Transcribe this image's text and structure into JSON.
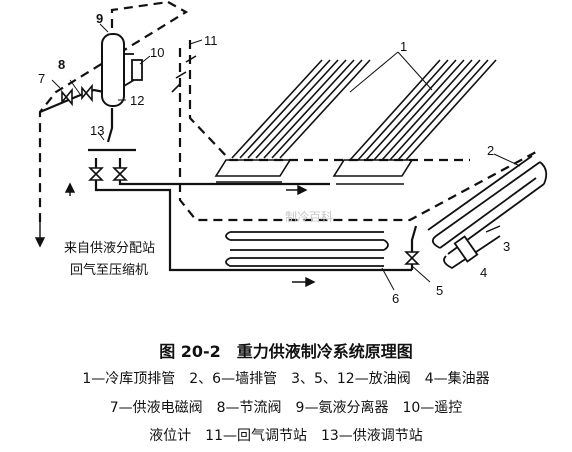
{
  "labels": {
    "n1": "1",
    "n2": "2",
    "n3": "3",
    "n4": "4",
    "n5": "5",
    "n6": "6",
    "n7": "7",
    "n8": "8",
    "n9": "9",
    "n10": "10",
    "n11": "11",
    "n12": "12",
    "n13": "13"
  },
  "side_text": {
    "supply_from": "来自供液分配站",
    "return_to": "回气至压缩机"
  },
  "watermark": "制冷百科",
  "caption": {
    "title": "图 20-2　重力供液制冷系统原理图",
    "line1": "1—冷库顶排管　2、6—墙排管　3、5、12—放油阀　4—集油器",
    "line2": "7—供液电磁阀　8—节流阀　9—氨液分离器　10—遥控",
    "line3": "液位计　11—回气调节站　13—供液调节站"
  },
  "colors": {
    "line": "#111111",
    "background": "#ffffff"
  }
}
